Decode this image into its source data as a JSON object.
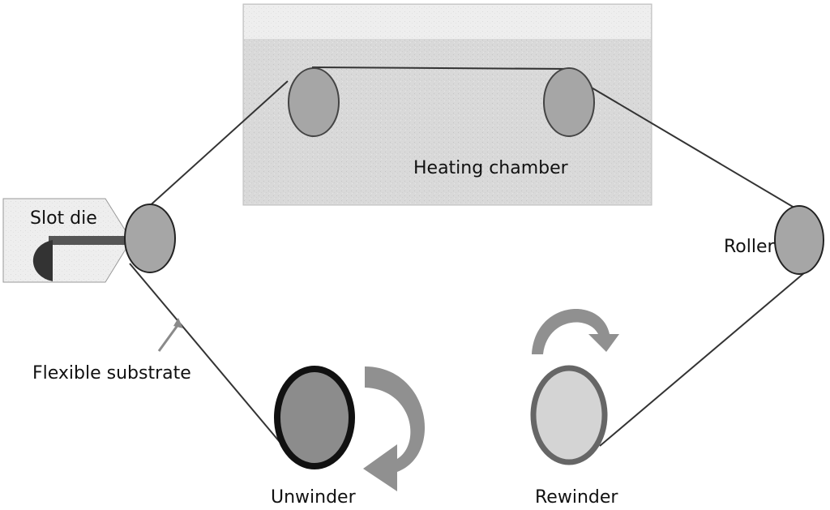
{
  "diagram": {
    "labels": {
      "heating_chamber": "Heating chamber",
      "slot_die": "Slot die",
      "roller": "Roller",
      "flexible_substrate": "Flexible substrate",
      "unwinder": "Unwinder",
      "rewinder": "Rewinder"
    },
    "colors": {
      "chamber_fill": "#d9d9d9",
      "roller_fill": "#a6a6a6",
      "unwinder_fill": "#8c8c8c",
      "rewinder_fill": "#d4d4d4",
      "rewinder_ring": "#666666",
      "arrow_fill": "#8a8a8a",
      "substrate_line": "#333333",
      "slot_die_bar": "#555555",
      "slot_die_cap": "#333333"
    }
  }
}
